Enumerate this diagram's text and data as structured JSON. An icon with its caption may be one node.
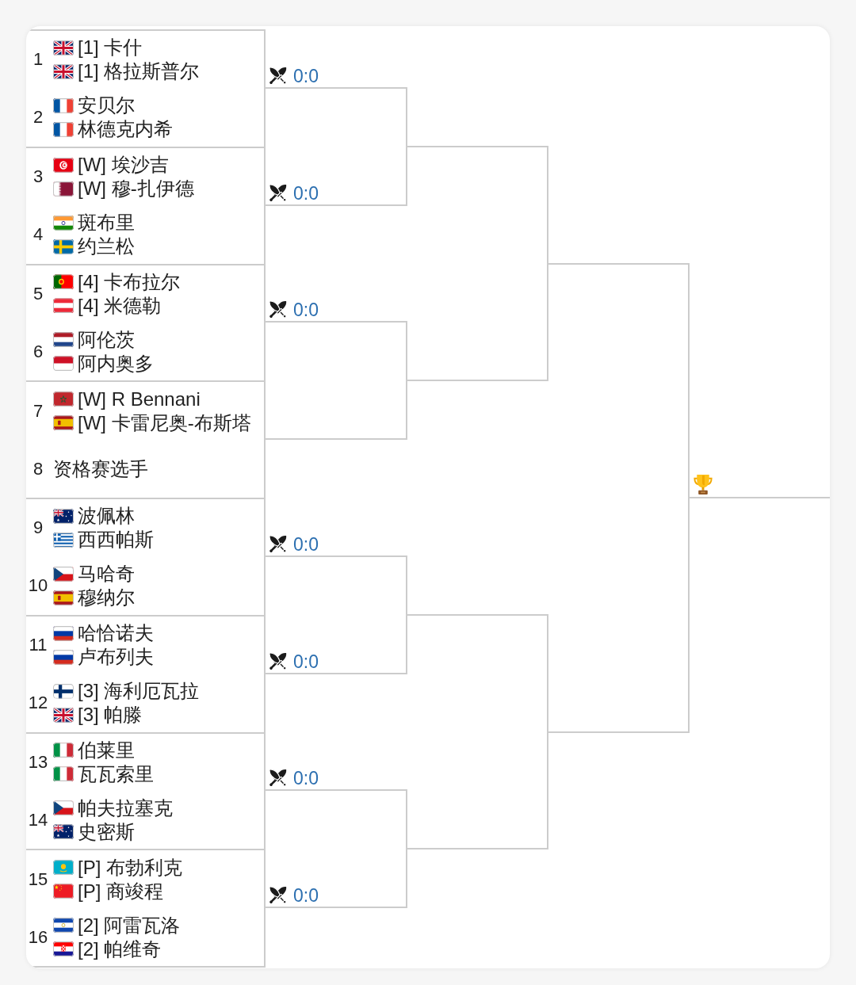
{
  "diagram": {
    "nodes": [
      {
        "text": [],
        "shape": "box",
        "beside": [
          "0:0"
        ]
      },
      {
        "text": [
          "1",
          "[1] 卡什",
          "[1] 格拉斯普尔"
        ],
        "in": 0
      },
      {
        "text": [
          "2",
          "安贝尔",
          "林德克内希"
        ],
        "in": 0
      },
      {
        "text": [],
        "shape": "box",
        "beside": [
          "0:0"
        ]
      },
      {
        "text": [
          "3",
          "[W] 埃沙吉",
          "[W] 穆-扎伊德"
        ],
        "in": 3
      },
      {
        "text": [
          "4",
          "斑布里",
          "约兰松"
        ],
        "in": 3
      },
      {
        "text": [],
        "shape": "box",
        "beside": [
          "0:0"
        ]
      },
      {
        "text": [
          "5",
          "[4] 卡布拉尔",
          "[4] 米德勒"
        ],
        "in": 6
      },
      {
        "text": [
          "6",
          "阿伦茨",
          "阿内奥多"
        ],
        "in": 6
      },
      {
        "text": [],
        "shape": "box"
      },
      {
        "text": [
          "7",
          "[W] R Bennani",
          "[W] 卡雷尼奥-布斯塔"
        ],
        "in": 9
      },
      {
        "text": [
          "8",
          "资格赛选手"
        ],
        "in": 9
      },
      {
        "text": [],
        "shape": "box",
        "beside": [
          "0:0"
        ]
      },
      {
        "text": [
          "9",
          "波佩林",
          "西西帕斯"
        ],
        "in": 12
      },
      {
        "text": [
          "10",
          "马哈奇",
          "穆纳尔"
        ],
        "in": 12
      },
      {
        "text": [],
        "shape": "box",
        "beside": [
          "0:0"
        ]
      },
      {
        "text": [
          "11",
          "哈恰诺夫",
          "卢布列夫"
        ],
        "in": 15
      },
      {
        "text": [
          "12",
          "[3] 海利厄瓦拉",
          "[3] 帕滕"
        ],
        "in": 15
      },
      {
        "text": [],
        "shape": "box",
        "beside": [
          "0:0"
        ]
      },
      {
        "text": [
          "13",
          "伯莱里",
          "瓦瓦索里"
        ],
        "in": 18
      },
      {
        "text": [
          "14",
          "帕夫拉塞克",
          "史密斯"
        ],
        "in": 18
      },
      {
        "text": [],
        "shape": "box",
        "beside": [
          "0:0"
        ]
      },
      {
        "text": [
          "15",
          "[P] 布勃利克",
          "[P] 商竣程"
        ],
        "in": 21
      },
      {
        "text": [
          "16",
          "[2] 阿雷瓦洛",
          "[2] 帕维奇"
        ],
        "in": 21
      }
    ],
    "edges": [
      {
        "from": 0,
        "to": null,
        "arrow": "none"
      },
      {
        "from": 3,
        "to": null,
        "arrow": "none"
      },
      {
        "from": 6,
        "to": null,
        "arrow": "none"
      },
      {
        "from": 9,
        "to": null,
        "arrow": "none"
      },
      {
        "from": 12,
        "to": null,
        "arrow": "none"
      },
      {
        "from": 15,
        "to": null,
        "arrow": "none"
      },
      {
        "from": 18,
        "to": null,
        "arrow": "none"
      },
      {
        "from": 21,
        "to": null,
        "arrow": "none"
      }
    ]
  }
}
